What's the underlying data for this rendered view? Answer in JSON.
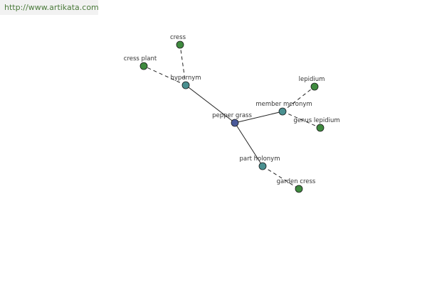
{
  "header": {
    "url": "http://www.artikata.com"
  },
  "graph": {
    "nodes": {
      "pepper_grass": {
        "label": "pepper grass",
        "kind": "root",
        "color": "#4a5a9a"
      },
      "hypernym": {
        "label": "hypernym",
        "kind": "relation",
        "color": "#4a9090"
      },
      "member_meronym": {
        "label": "member meronym",
        "kind": "relation",
        "color": "#4a9090"
      },
      "part_holonym": {
        "label": "part holonym",
        "kind": "relation",
        "color": "#4a9090"
      },
      "cress": {
        "label": "cress",
        "kind": "term",
        "color": "#3f8a3f"
      },
      "cress_plant": {
        "label": "cress plant",
        "kind": "term",
        "color": "#3f8a3f"
      },
      "lepidium": {
        "label": "lepidium",
        "kind": "term",
        "color": "#3f8a3f"
      },
      "genus_lepidium": {
        "label": "genus lepidium",
        "kind": "term",
        "color": "#3f8a3f"
      },
      "garden_cress": {
        "label": "garden cress",
        "kind": "term",
        "color": "#3f8a3f"
      }
    },
    "edges": [
      {
        "from": "pepper_grass",
        "to": "hypernym",
        "style": "solid"
      },
      {
        "from": "pepper_grass",
        "to": "member_meronym",
        "style": "solid"
      },
      {
        "from": "pepper_grass",
        "to": "part_holonym",
        "style": "solid"
      },
      {
        "from": "hypernym",
        "to": "cress",
        "style": "dashed"
      },
      {
        "from": "hypernym",
        "to": "cress_plant",
        "style": "dashed"
      },
      {
        "from": "member_meronym",
        "to": "lepidium",
        "style": "dashed"
      },
      {
        "from": "member_meronym",
        "to": "genus_lepidium",
        "style": "dashed"
      },
      {
        "from": "part_holonym",
        "to": "garden_cress",
        "style": "dashed"
      }
    ]
  }
}
